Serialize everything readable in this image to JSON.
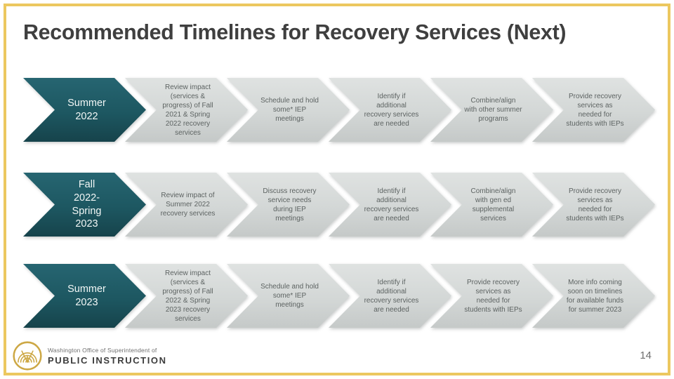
{
  "slide": {
    "title": "Recommended Timelines for Recovery Services (Next)",
    "page_number": "14",
    "colors": {
      "accent_teal": "#1d5761",
      "chevron_gray": "#d3d7d6",
      "border_gold": "#ecc85f",
      "title_gray": "#3f3f3f"
    }
  },
  "rows": [
    {
      "label": "Summer\n2022",
      "steps": [
        "Review impact (services & progress) of Fall 2021 & Spring 2022 recovery services",
        "Schedule and hold some* IEP meetings",
        "Identify if additional recovery services are needed",
        "Combine/align with other summer programs",
        "Provide recovery services as needed for students with IEPs"
      ]
    },
    {
      "label": "Fall\n2022-\nSpring\n2023",
      "steps": [
        "Review impact of Summer 2022 recovery services",
        "Discuss recovery service needs during IEP meetings",
        "Identify if additional recovery services are needed",
        "Combine/align with gen ed supplemental services",
        "Provide recovery services as needed for students with IEPs"
      ]
    },
    {
      "label": "Summer\n2023",
      "steps": [
        "Review impact (services & progress) of Fall 2022 & Spring 2023 recovery services",
        "Schedule and hold some* IEP meetings",
        "Identify if additional recovery services are needed",
        "Provide recovery services as needed for students with IEPs",
        "More info coming soon on timelines for available funds for summer 2023"
      ]
    }
  ],
  "footer": {
    "org_line1": "Washington Office of Superintendent of",
    "org_line2": "PUBLIC INSTRUCTION",
    "logo": "ospi-seal-icon"
  }
}
